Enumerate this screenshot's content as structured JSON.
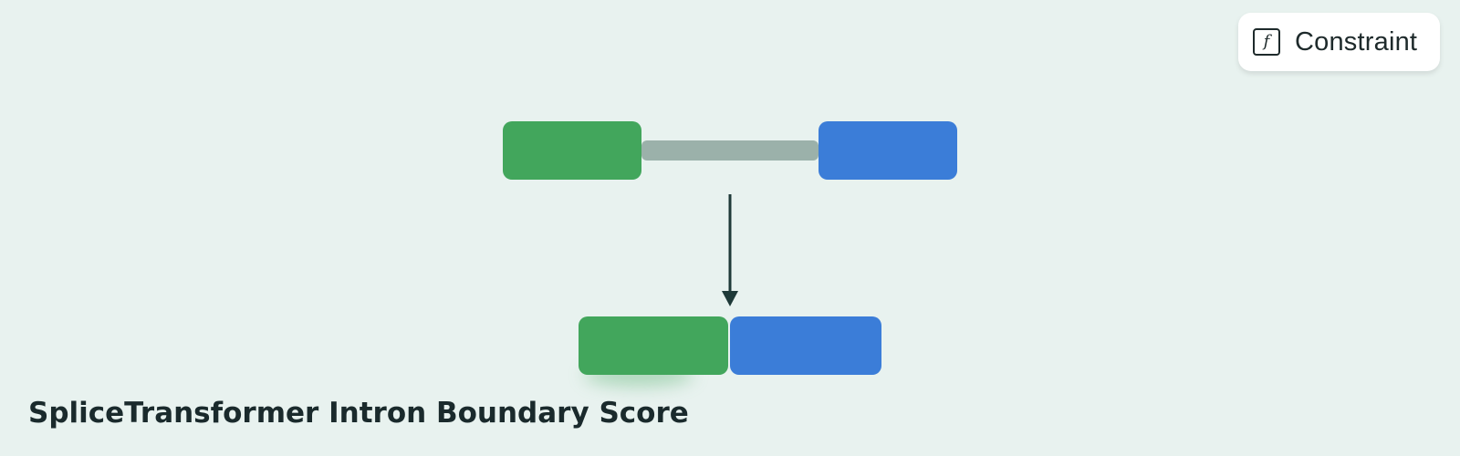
{
  "badge": {
    "icon": "function-icon",
    "icon_glyph": "f",
    "label": "Constraint"
  },
  "diagram": {
    "colors": {
      "exon_left": "#42a65c",
      "exon_right": "#3b7dd8",
      "intron": "#9bb1aa",
      "arrow": "#1e3a38"
    }
  },
  "footer": {
    "title": "SpliceTransformer Intron Boundary Score"
  }
}
